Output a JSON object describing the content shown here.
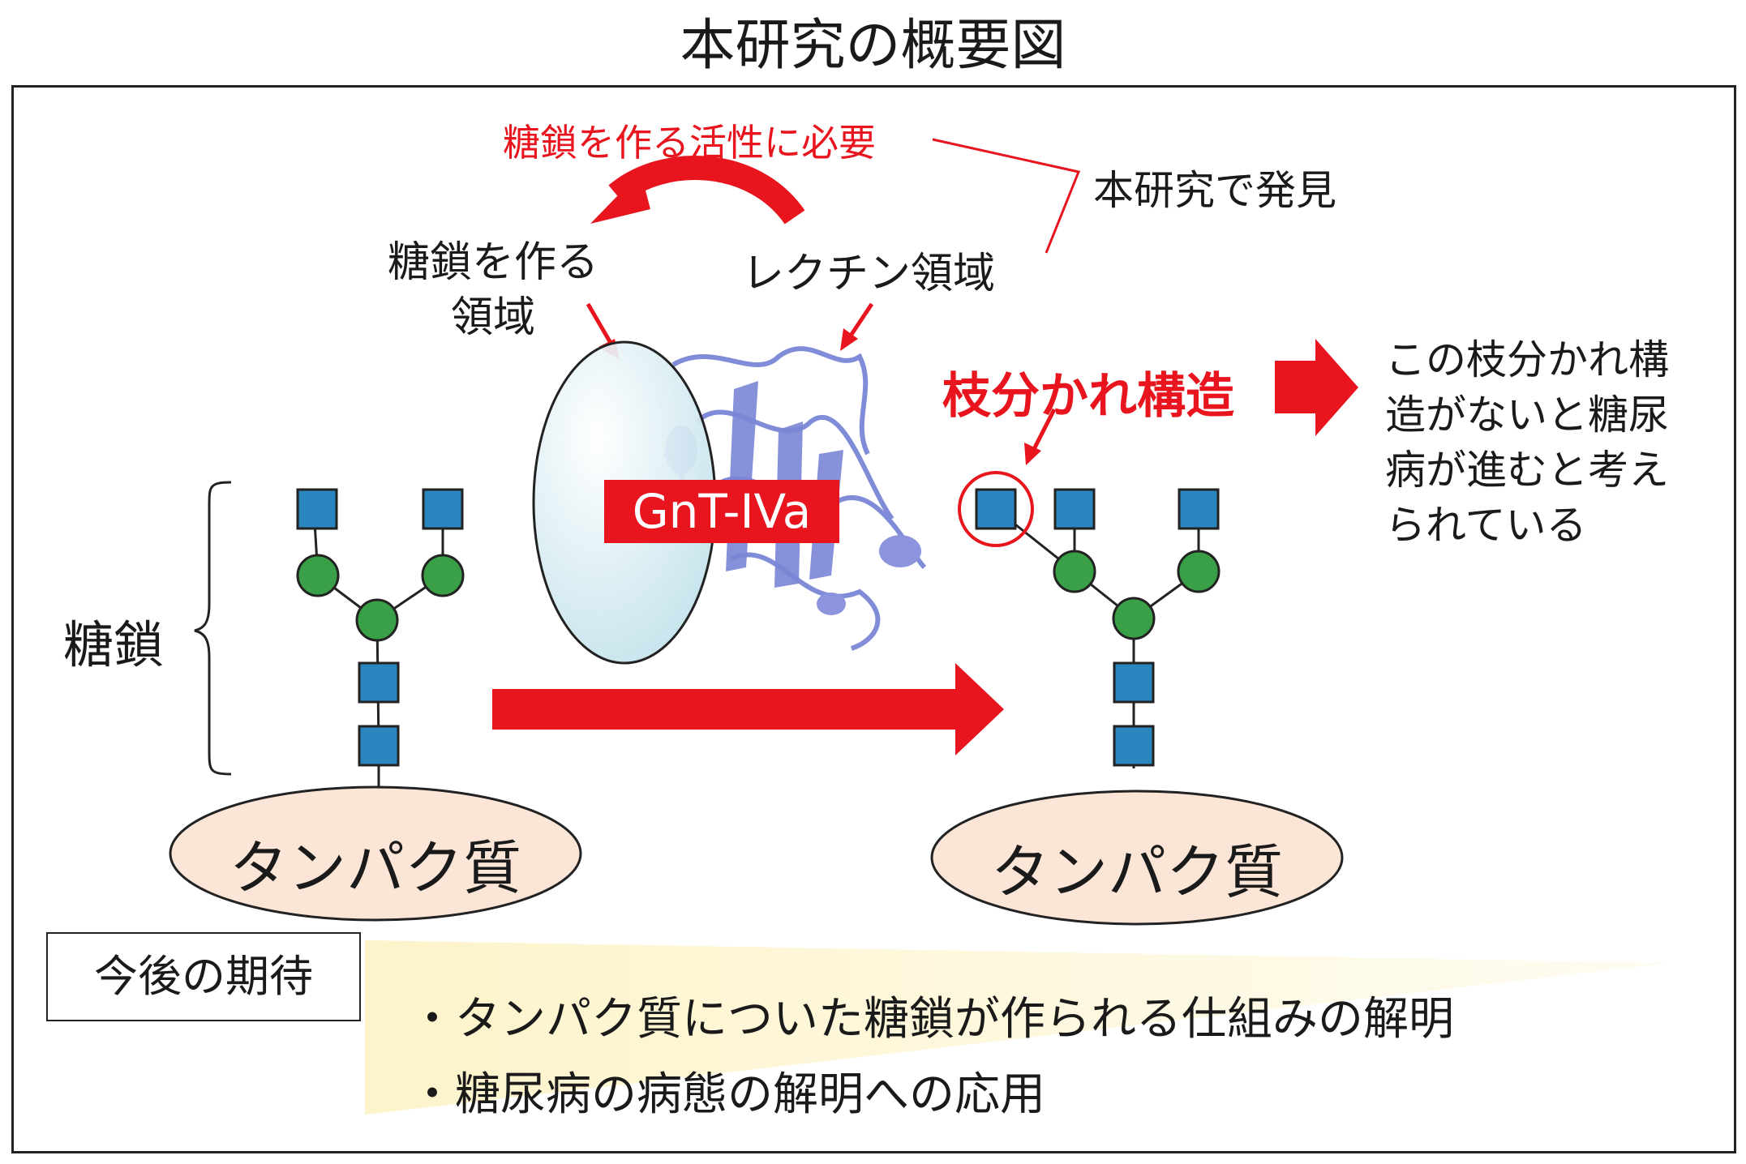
{
  "title": "本研究の概要図",
  "labels": {
    "activity_required": "糖鎖を作る活性に必要",
    "discovered_in_study": "本研究で発見",
    "catalytic_domain_line1": "糖鎖を作る",
    "catalytic_domain_line2": "領域",
    "lectin_domain": "レクチン領域",
    "branch_structure": "枝分かれ構造",
    "diabetes_note": [
      "この枝分かれ構",
      "造がないと糖尿",
      "病が進むと考え",
      "られている"
    ],
    "glycan": "糖鎖",
    "enzyme": "GnT-IVa",
    "protein": "タンパク質"
  },
  "outlook": {
    "heading": "今後の期待",
    "items": [
      "・タンパク質についた糖鎖が作られる仕組みの解明",
      "・糖尿病の病態の解明への応用"
    ]
  },
  "colors": {
    "accent_red": "#e8141e",
    "glcnac_square": "#2b86c0",
    "mannose_circle": "#3aa047",
    "protein_ellipse": "#fbe5d6",
    "catalytic_ellipse": "#dceef3",
    "lectin_ribbon": "#7b86d6"
  }
}
